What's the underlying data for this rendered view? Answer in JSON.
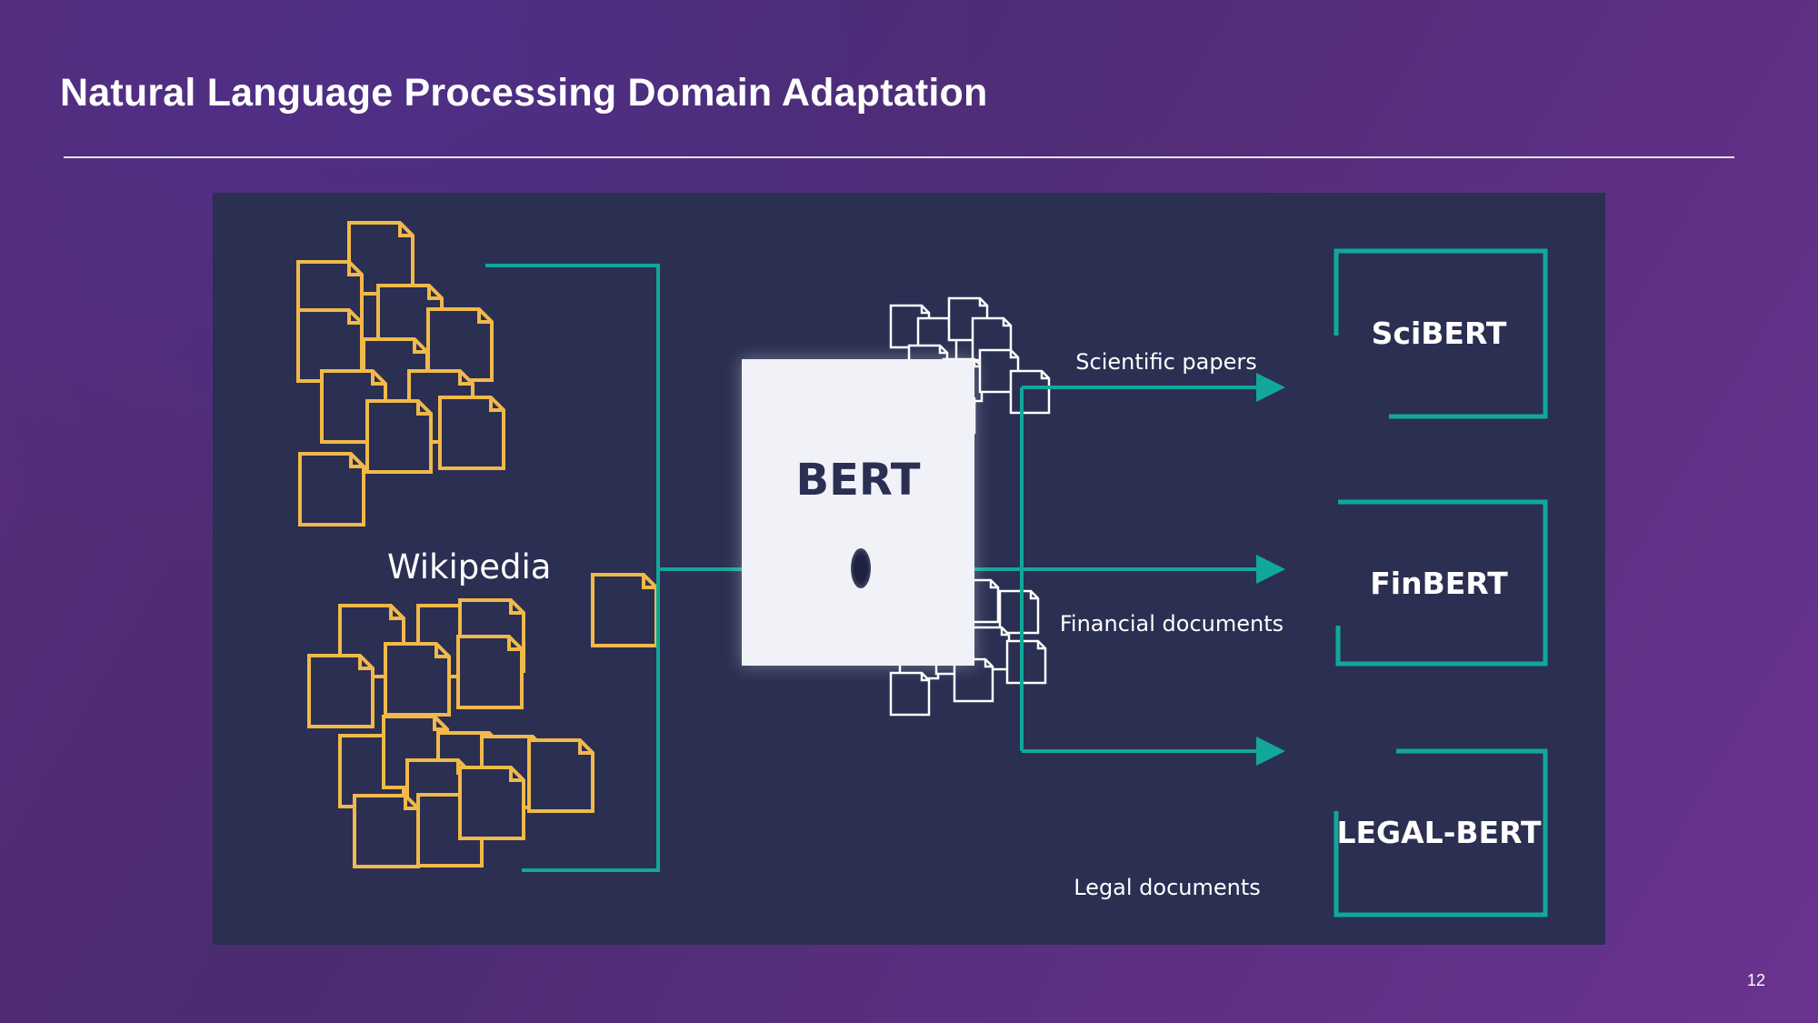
{
  "slide": {
    "title": "Natural Language Processing Domain Adaptation",
    "page_number": "12"
  },
  "diagram": {
    "source_corpus": "Wikipedia",
    "base_model": "BERT",
    "domains": [
      {
        "corpus": "Scientific papers",
        "model": "SciBERT"
      },
      {
        "corpus": "Financial documents",
        "model": "FinBERT"
      },
      {
        "corpus": "Legal documents",
        "model": "LEGAL-BERT"
      }
    ]
  },
  "colors": {
    "panel_background": "#2b2f52",
    "connector": "#11a89a",
    "wikipedia_docs": "#f0b94a",
    "domain_docs": "#ffffff",
    "bert_box": "#f1f2f8"
  },
  "icons": {
    "source_document": "document-icon",
    "domain_document": "document-icon",
    "connector_arrow": "arrow-right-icon"
  }
}
